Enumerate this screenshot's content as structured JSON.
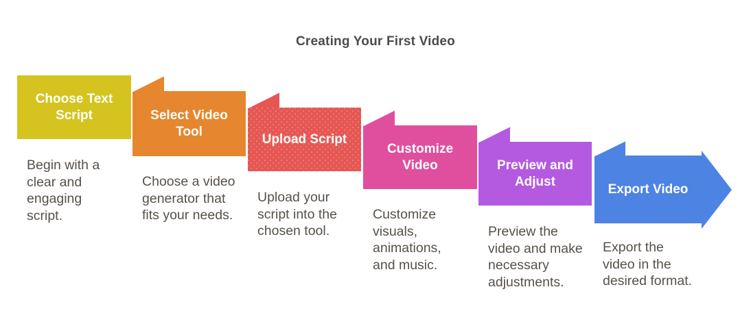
{
  "title": "Creating Your First Video",
  "steps": [
    {
      "label": "Choose Text\nScript",
      "description": "Begin with a\nclear and\nengaging\nscript.",
      "color": "#d5c320"
    },
    {
      "label": "Select Video\nTool",
      "description": "Choose a video\ngenerator that\nfits your needs.",
      "color": "#e6862e"
    },
    {
      "label": "Upload Script",
      "description": "Upload your\nscript into the\nchosen tool.",
      "color": "#e65753"
    },
    {
      "label": "Customize\nVideo",
      "description": "Customize\nvisuals,\nanimations,\nand music.",
      "color": "#e04f9d"
    },
    {
      "label": "Preview and\nAdjust",
      "description": "Preview the\nvideo and make\nnecessary\nadjustments.",
      "color": "#b45ae0"
    },
    {
      "label": "Export Video",
      "description": "Export the\nvideo in the\ndesired format.",
      "color": "#4d83e3"
    }
  ],
  "colors": {
    "background": "#ffffff",
    "title_text": "#4b4b4b",
    "label_text": "#ffffff",
    "description_text": "#575049",
    "fold_line": "#ffffff"
  }
}
